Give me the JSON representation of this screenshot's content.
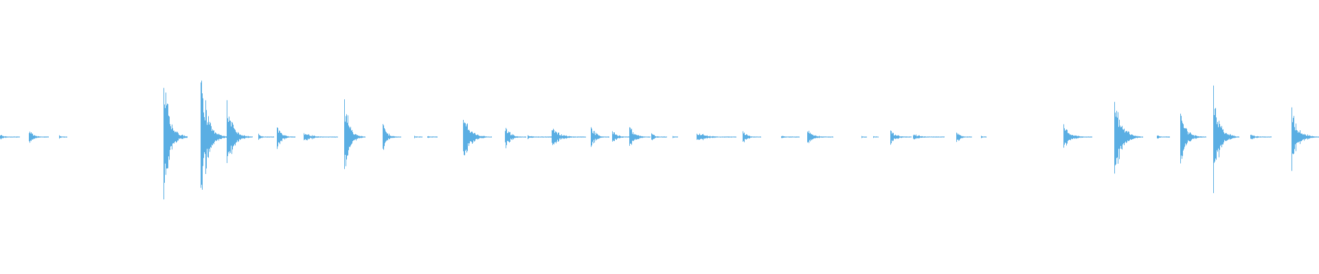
{
  "waveform": {
    "color": "#5aaee3",
    "background": "#ffffff",
    "duration_fraction_note": "",
    "bursts": [
      {
        "t": 0.0,
        "len": 0.015,
        "amp": 0.02
      },
      {
        "t": 0.022,
        "len": 0.015,
        "amp": 0.05
      },
      {
        "t": 0.045,
        "len": 0.006,
        "amp": 0.015
      },
      {
        "t": 0.124,
        "len": 0.018,
        "amp": 0.5
      },
      {
        "t": 0.152,
        "len": 0.02,
        "amp": 0.55
      },
      {
        "t": 0.172,
        "len": 0.02,
        "amp": 0.28
      },
      {
        "t": 0.196,
        "len": 0.012,
        "amp": 0.02
      },
      {
        "t": 0.21,
        "len": 0.014,
        "amp": 0.1
      },
      {
        "t": 0.23,
        "len": 0.026,
        "amp": 0.04
      },
      {
        "t": 0.261,
        "len": 0.016,
        "amp": 0.28
      },
      {
        "t": 0.29,
        "len": 0.014,
        "amp": 0.1
      },
      {
        "t": 0.314,
        "len": 0.006,
        "amp": 0.01
      },
      {
        "t": 0.324,
        "len": 0.008,
        "amp": 0.01
      },
      {
        "t": 0.351,
        "len": 0.022,
        "amp": 0.18
      },
      {
        "t": 0.383,
        "len": 0.016,
        "amp": 0.09
      },
      {
        "t": 0.4,
        "len": 0.018,
        "amp": 0.015
      },
      {
        "t": 0.418,
        "len": 0.026,
        "amp": 0.07
      },
      {
        "t": 0.448,
        "len": 0.014,
        "amp": 0.09
      },
      {
        "t": 0.464,
        "len": 0.016,
        "amp": 0.05
      },
      {
        "t": 0.477,
        "len": 0.016,
        "amp": 0.1
      },
      {
        "t": 0.494,
        "len": 0.012,
        "amp": 0.03
      },
      {
        "t": 0.51,
        "len": 0.004,
        "amp": 0.01
      },
      {
        "t": 0.528,
        "len": 0.03,
        "amp": 0.04
      },
      {
        "t": 0.563,
        "len": 0.014,
        "amp": 0.05
      },
      {
        "t": 0.592,
        "len": 0.014,
        "amp": 0.01
      },
      {
        "t": 0.612,
        "len": 0.02,
        "amp": 0.06
      },
      {
        "t": 0.653,
        "len": 0.004,
        "amp": 0.01
      },
      {
        "t": 0.662,
        "len": 0.004,
        "amp": 0.01
      },
      {
        "t": 0.675,
        "len": 0.016,
        "amp": 0.06
      },
      {
        "t": 0.692,
        "len": 0.024,
        "amp": 0.025
      },
      {
        "t": 0.725,
        "len": 0.012,
        "amp": 0.05
      },
      {
        "t": 0.744,
        "len": 0.004,
        "amp": 0.01
      },
      {
        "t": 0.806,
        "len": 0.022,
        "amp": 0.09
      },
      {
        "t": 0.845,
        "len": 0.022,
        "amp": 0.32
      },
      {
        "t": 0.877,
        "len": 0.01,
        "amp": 0.015
      },
      {
        "t": 0.895,
        "len": 0.02,
        "amp": 0.18
      },
      {
        "t": 0.92,
        "len": 0.02,
        "amp": 0.35
      },
      {
        "t": 0.948,
        "len": 0.016,
        "amp": 0.025
      },
      {
        "t": 0.979,
        "len": 0.021,
        "amp": 0.22
      }
    ]
  }
}
